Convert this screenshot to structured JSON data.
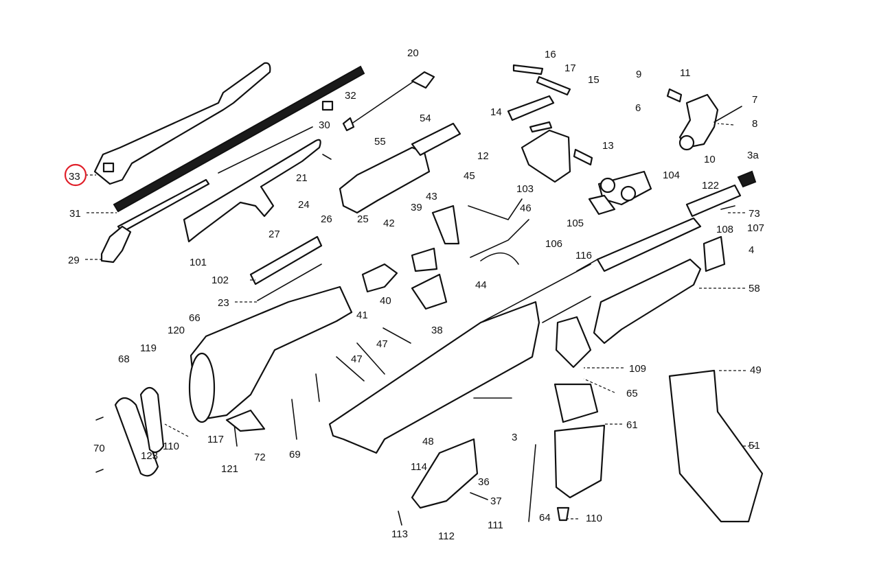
{
  "highlight": {
    "label": "33",
    "color": "#e0202a"
  },
  "labels": [
    "20",
    "16",
    "17",
    "15",
    "9",
    "11",
    "7",
    "8",
    "6",
    "10",
    "3a",
    "32",
    "30",
    "14",
    "12",
    "13",
    "54",
    "55",
    "21",
    "33",
    "31",
    "29",
    "24",
    "27",
    "26",
    "25",
    "42",
    "39",
    "43",
    "45",
    "46",
    "103",
    "104",
    "122",
    "73",
    "105",
    "108",
    "107",
    "4",
    "116",
    "106",
    "101",
    "102",
    "23",
    "41",
    "40",
    "44",
    "38",
    "58",
    "66",
    "120",
    "119",
    "68",
    "47",
    "47",
    "109",
    "65",
    "49",
    "61",
    "51",
    "121",
    "72",
    "117",
    "110",
    "70",
    "123",
    "69",
    "48",
    "3",
    "114",
    "36",
    "37",
    "111",
    "112",
    "113",
    "64",
    "110"
  ],
  "colors": {
    "ink": "#111111",
    "paper": "#ffffff"
  }
}
